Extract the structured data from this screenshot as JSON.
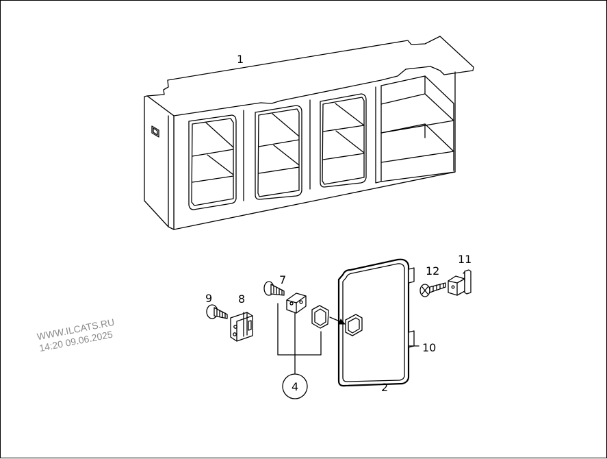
{
  "watermark": {
    "line1": "WWW.ILCATS.RU",
    "line2": "14:20 09.06.2025"
  },
  "callouts": {
    "cabinet": "1",
    "door": "2",
    "assembly": "4",
    "screw_7": "7",
    "hinge_8": "8",
    "screw_9": "9",
    "hinge_10": "10",
    "hinge_11": "11",
    "screw_12": "12"
  }
}
